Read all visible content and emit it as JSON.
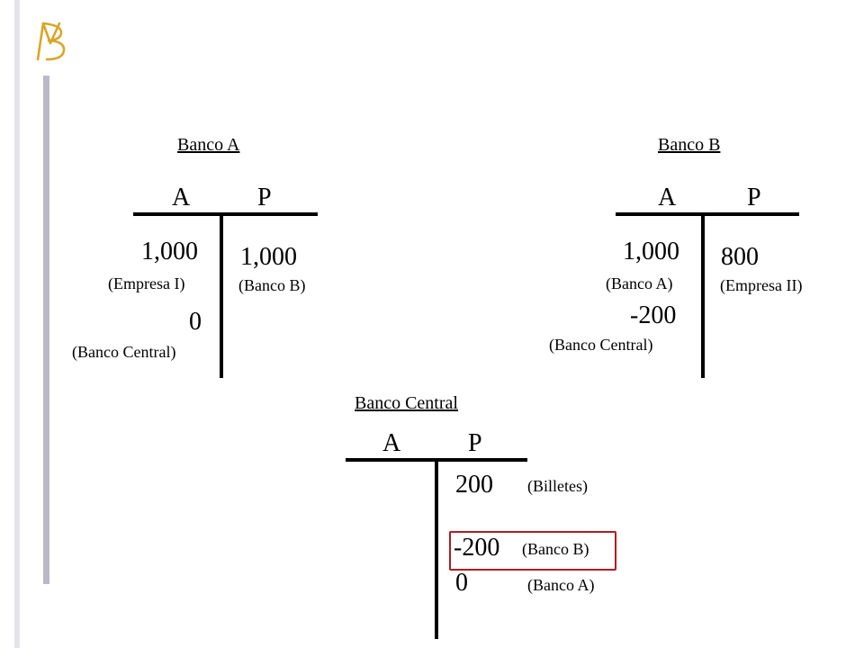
{
  "colors": {
    "accent_logo": "#d9a627",
    "highlight_border": "#b01c23",
    "strip": "#b9b9c8"
  },
  "logo_icon": "mb-monogram-icon",
  "banco_a": {
    "title": "Banco A",
    "asset_label": "A",
    "liability_label": "P",
    "assets": [
      {
        "value": "1,000",
        "note": "(Empresa I)"
      },
      {
        "value": "0",
        "note": "(Banco Central)"
      }
    ],
    "liabilities": [
      {
        "value": "1,000",
        "note": "(Banco B)"
      }
    ]
  },
  "banco_b": {
    "title": "Banco B",
    "asset_label": "A",
    "liability_label": "P",
    "assets": [
      {
        "value": "1,000",
        "note": "(Banco A)"
      },
      {
        "value": "-200",
        "note": "(Banco Central)"
      }
    ],
    "liabilities": [
      {
        "value": "800",
        "note": "(Empresa II)"
      }
    ]
  },
  "banco_central": {
    "title": "Banco Central",
    "asset_label": "A",
    "liability_label": "P",
    "liabilities": [
      {
        "value": "200",
        "note": "(Billetes)"
      },
      {
        "value": "-200",
        "note": "(Banco B)",
        "highlighted": true
      },
      {
        "value": "0",
        "note": "(Banco A)"
      }
    ]
  }
}
